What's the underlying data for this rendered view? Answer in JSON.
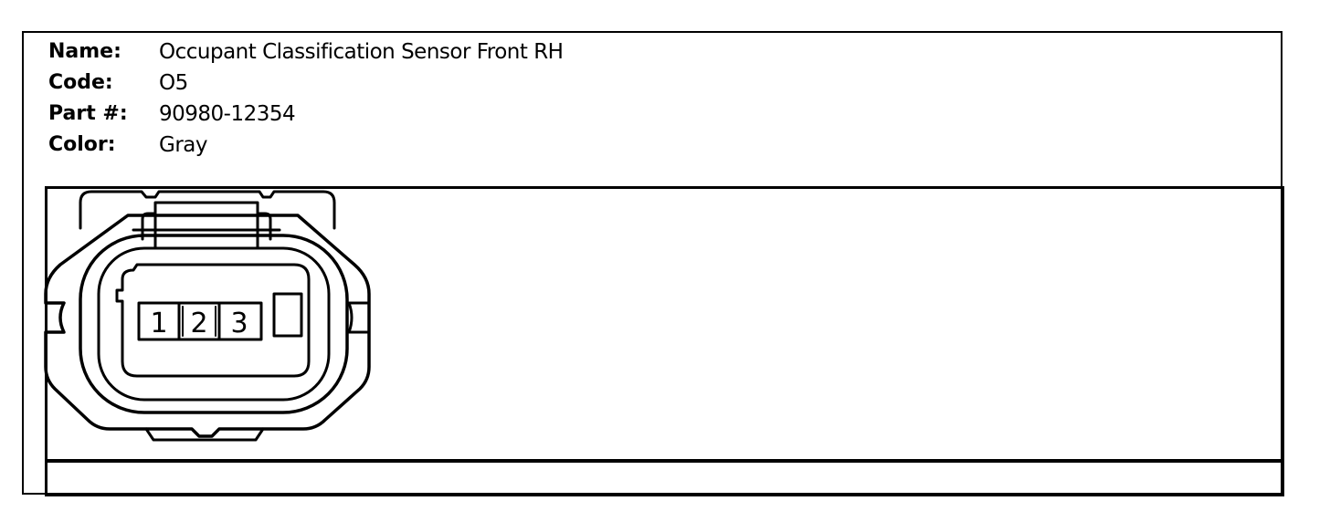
{
  "connector": {
    "name_label": "Name:",
    "name_value": "Occupant Classification Sensor Front RH",
    "code_label": "Code:",
    "code_value": "O5",
    "part_label": "Part #:",
    "part_value": "90980-12354",
    "color_label": "Color:",
    "color_value": "Gray"
  },
  "pins": [
    "1",
    "2",
    "3"
  ],
  "colors": {
    "line": "#000000",
    "background": "#ffffff"
  }
}
